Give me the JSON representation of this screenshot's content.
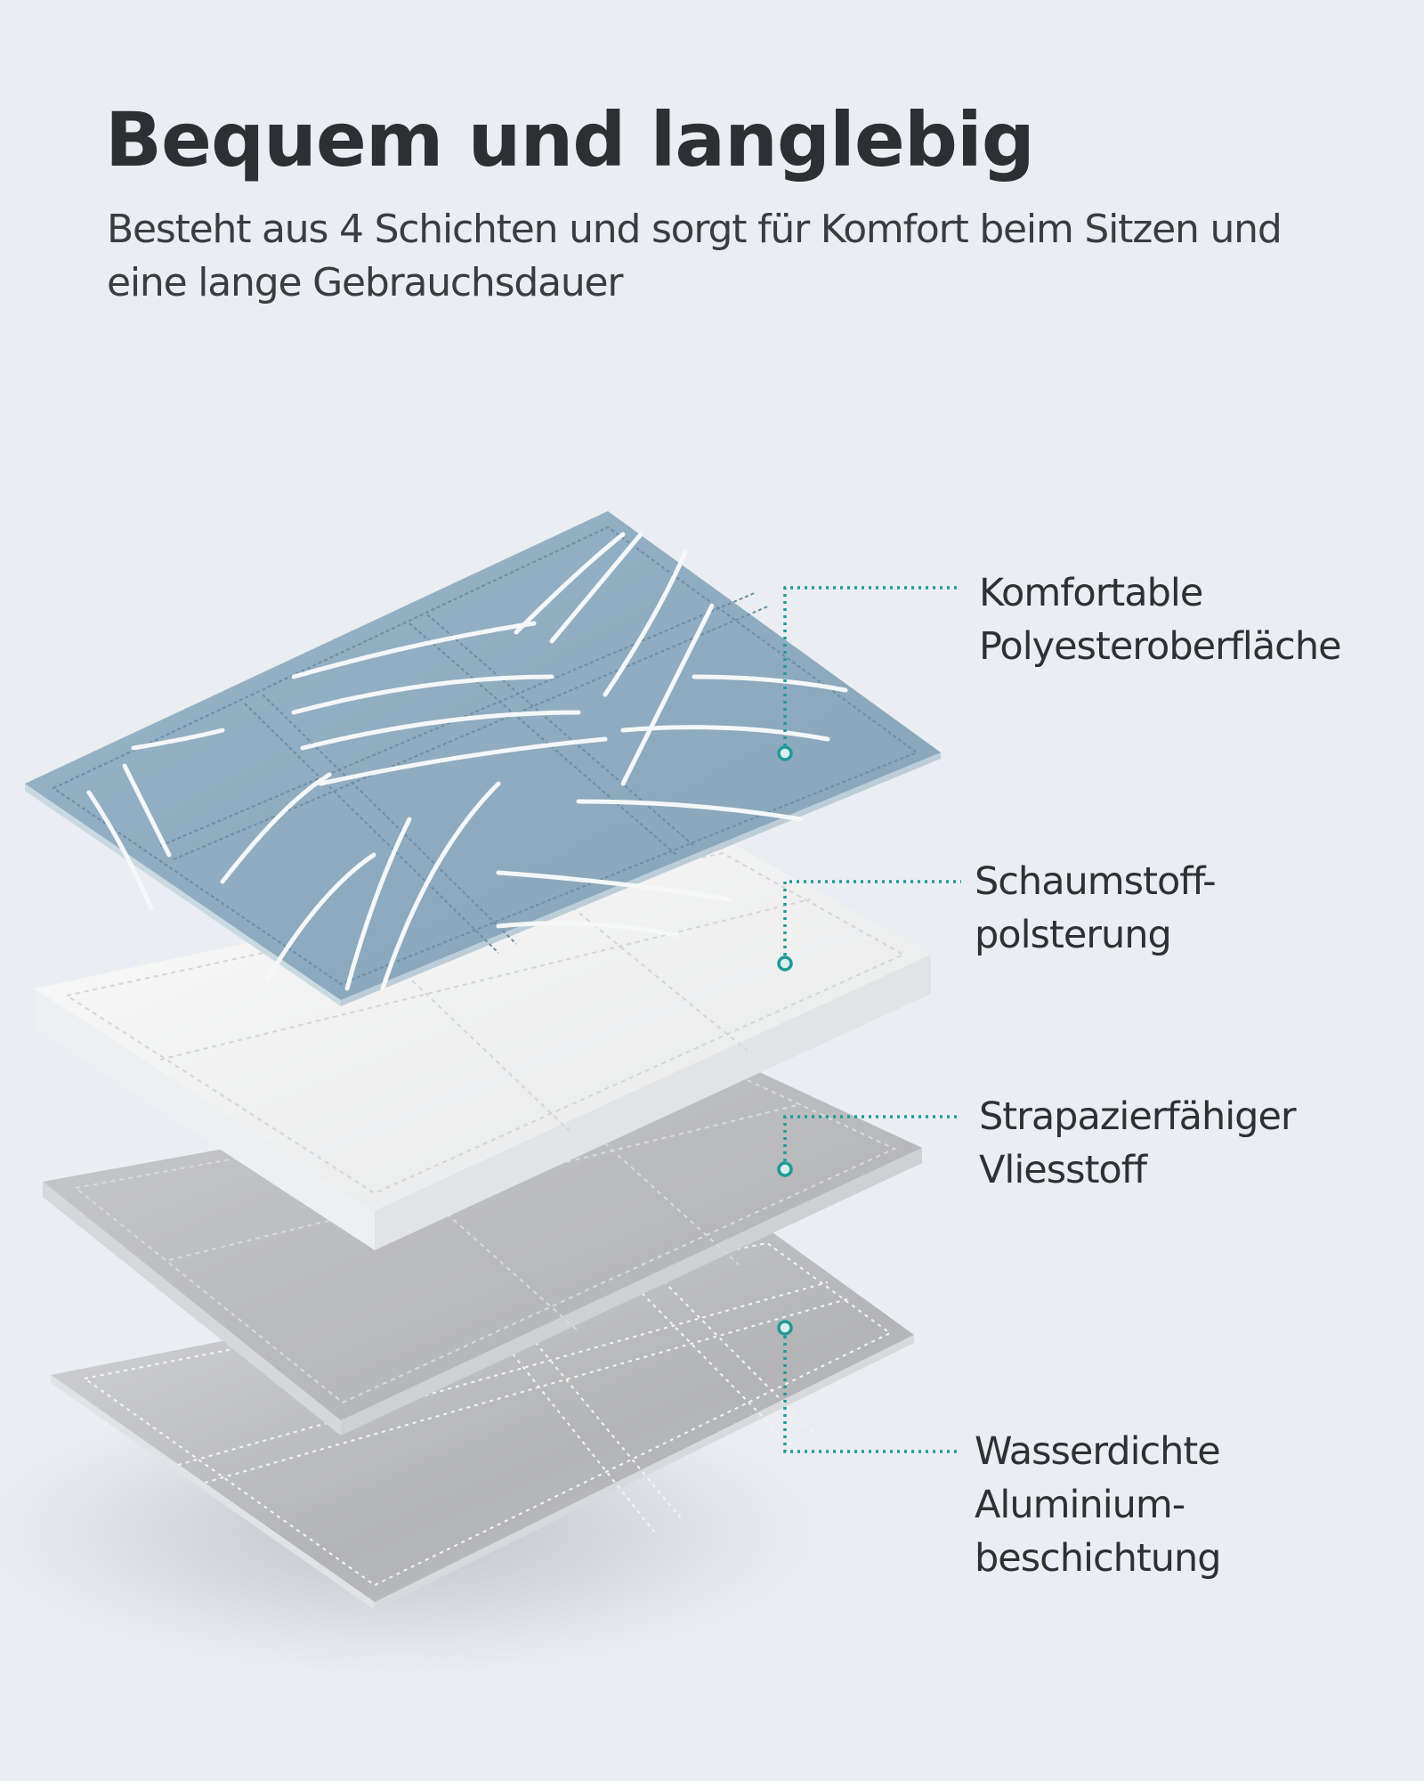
{
  "header": {
    "title": "Bequem und langlebig",
    "subtitle": "Besteht aus 4 Schichten und sorgt für Komfort beim Sitzen und eine lange Gebrauchsdauer"
  },
  "colors": {
    "background": "#eaedf1",
    "accent_teal": "#1f9a98",
    "top_layer_blue": "#8fabbf",
    "foam_white": "#f3f4f5",
    "nonwoven_gray": "#b9babc",
    "aluminum_gray": "#c9cacc",
    "text": "#2e3033"
  },
  "layers": [
    {
      "id": "layer-1",
      "label_line1": "Komfortable",
      "label_line2": "Polyesteroberfläche",
      "label_line3": ""
    },
    {
      "id": "layer-2",
      "label_line1": "Schaumstoff-",
      "label_line2": "polsterung",
      "label_line3": ""
    },
    {
      "id": "layer-3",
      "label_line1": "Strapazierfähiger",
      "label_line2": "Vliesstoff",
      "label_line3": ""
    },
    {
      "id": "layer-4",
      "label_line1": "Wasserdichte",
      "label_line2": "Aluminium-",
      "label_line3": "beschichtung"
    }
  ]
}
